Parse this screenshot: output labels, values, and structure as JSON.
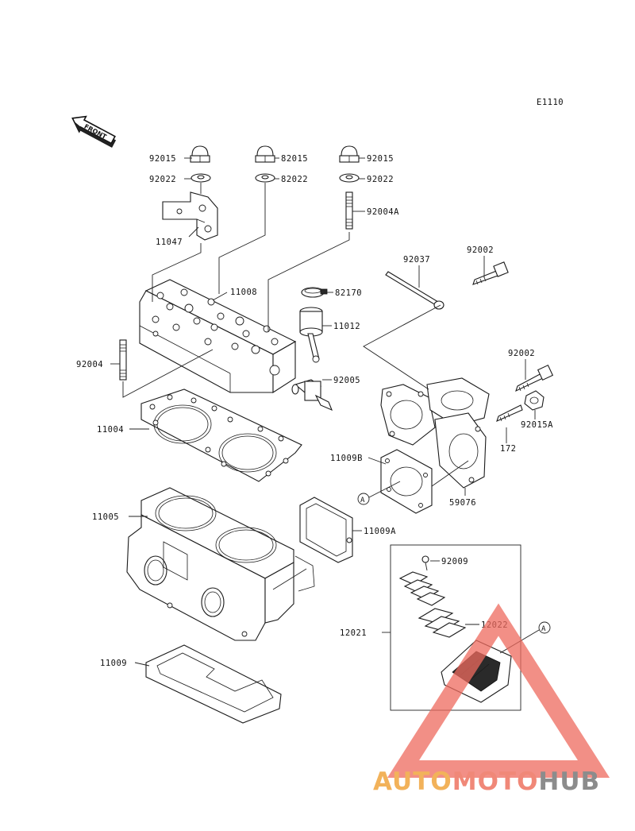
{
  "diagram_code": "E1110",
  "front_label": "FRONT",
  "callout_marker": "A",
  "labels": {
    "nut_left": "92015",
    "nut_mid": "82015",
    "nut_right": "92015",
    "washer_left": "92022",
    "washer_mid": "82022",
    "washer_right": "92022",
    "stud_upper": "92004A",
    "bracket": "11047",
    "bolt_long": "92037",
    "bolt_top": "92002",
    "head": "11008",
    "clamp": "82170",
    "thermostat": "11012",
    "stud_left": "92004",
    "fitting": "92005",
    "bolt_right": "92002",
    "head_gasket": "11004",
    "nut_right_small": "92015A",
    "bolt_small": "172",
    "gasket_b": "11009B",
    "manifold": "59076",
    "cylinder": "11005",
    "gasket_a": "11009A",
    "screw": "92009",
    "reed_valve": "12022",
    "reed_assy": "12021",
    "base_gasket": "11009"
  },
  "watermark": {
    "part1": "AUTO",
    "part2": "MOTO",
    "part3": "HUB",
    "color1": "#f2b25a",
    "color2": "#f08878",
    "color3": "#8c8c8c",
    "triangle_color": "#ee6a5e"
  }
}
